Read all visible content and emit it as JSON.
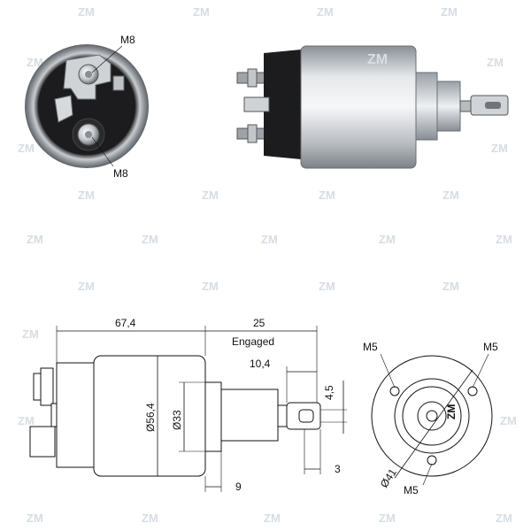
{
  "watermark": "ZM",
  "photo_labels": {
    "top_thread": "M8",
    "bottom_thread": "M8",
    "housing_brand": "ZM"
  },
  "dimensions": {
    "body_length": "67,4",
    "engaged_travel": "25",
    "engaged_label": "Engaged",
    "plunger_offset": "10,4",
    "slot_width": "4,5",
    "body_diameter": "Ø56,4",
    "nose_diameter": "Ø33",
    "shaft_length": "9",
    "tab_thickness": "3",
    "bolt_circle": "Ø41",
    "hole_left": "M5",
    "hole_right": "M5",
    "hole_bottom": "M5",
    "face_brand": "ZM"
  },
  "colors": {
    "watermark": "#d6dde3",
    "metal_light": "#e6e8ea",
    "metal_dark": "#8a9096",
    "terminal_black": "#1c1c1e"
  }
}
